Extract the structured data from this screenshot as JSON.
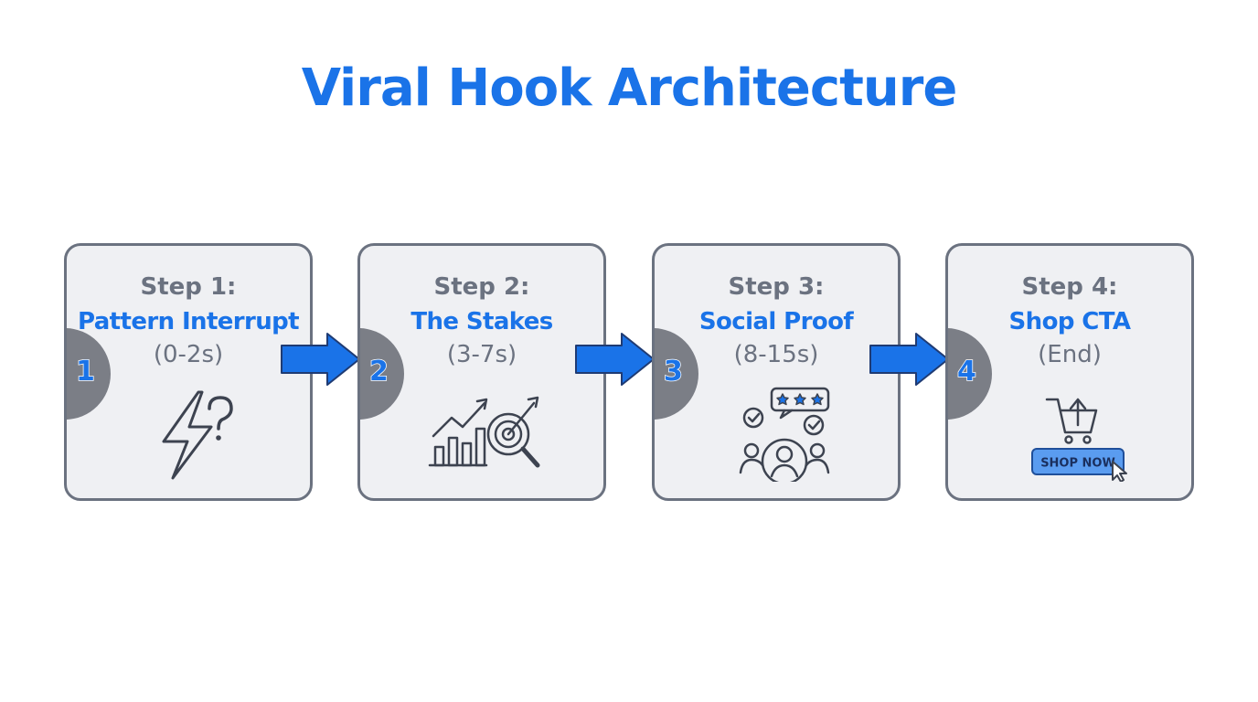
{
  "title": "Viral Hook Architecture",
  "colors": {
    "accent": "#1a73e8",
    "card_border": "#6b7280",
    "card_fill": "#eff0f3",
    "tab_fill": "#7b7e86"
  },
  "steps": [
    {
      "number": "1",
      "step": "Step 1:",
      "name": "Pattern Interrupt",
      "time": "(0-2s)",
      "icon": "lightning-question-icon"
    },
    {
      "number": "2",
      "step": "Step 2:",
      "name": "The Stakes",
      "time": "(3-7s)",
      "icon": "chart-target-icon"
    },
    {
      "number": "3",
      "step": "Step 3:",
      "name": "Social Proof",
      "time": "(8-15s)",
      "icon": "reviews-people-icon"
    },
    {
      "number": "4",
      "step": "Step 4:",
      "name": "Shop CTA",
      "time": "(End)",
      "icon": "cart-shop-now-icon",
      "button_label": "SHOP NOW"
    }
  ]
}
